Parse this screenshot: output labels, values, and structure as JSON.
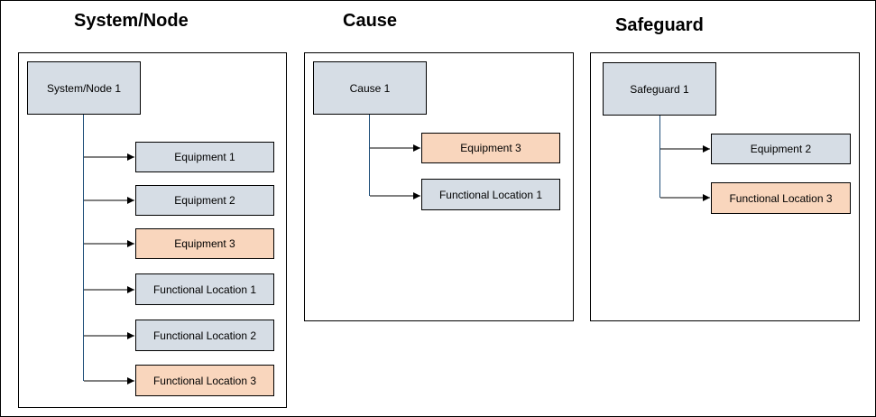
{
  "titles": {
    "system": "System/Node",
    "cause": "Cause",
    "safeguard": "Safeguard"
  },
  "system": {
    "root": "System/Node 1",
    "children": [
      {
        "label": "Equipment 1",
        "color": "#d6dde5"
      },
      {
        "label": "Equipment 2",
        "color": "#d6dde5"
      },
      {
        "label": "Equipment 3",
        "color": "#f9d6bd"
      },
      {
        "label": "Functional Location 1",
        "color": "#d6dde5"
      },
      {
        "label": "Functional Location 2",
        "color": "#d6dde5"
      },
      {
        "label": "Functional Location 3",
        "color": "#f9d6bd"
      }
    ]
  },
  "cause": {
    "root": "Cause 1",
    "children": [
      {
        "label": "Equipment 3",
        "color": "#f9d6bd"
      },
      {
        "label": "Functional Location 1",
        "color": "#d6dde5"
      }
    ]
  },
  "safeguard": {
    "root": "Safeguard 1",
    "children": [
      {
        "label": "Equipment 2",
        "color": "#d6dde5"
      },
      {
        "label": "Functional Location 3",
        "color": "#f9d6bd"
      }
    ]
  },
  "colors": {
    "gray_fill": "#d6dde5",
    "peach_fill": "#f9d6bd",
    "connector": "#1f4e79"
  }
}
